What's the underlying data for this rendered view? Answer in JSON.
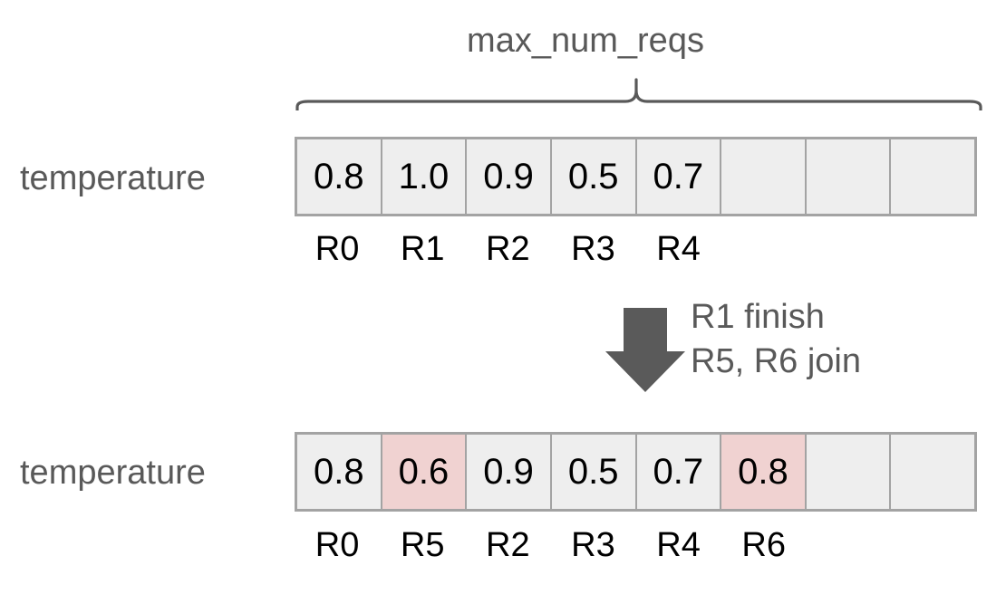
{
  "diagram": {
    "title": "max_num_reqs",
    "colors": {
      "text_gray": "#595959",
      "text_black": "#000000",
      "cell_fill": "#eeeeee",
      "cell_highlight": "#f0d2d1",
      "border": "#a3a3a3",
      "arrow": "#5a5a5a"
    },
    "top_row": {
      "label": "temperature",
      "capacity": 8,
      "cells": [
        {
          "value": "0.8",
          "highlight": false
        },
        {
          "value": "1.0",
          "highlight": false
        },
        {
          "value": "0.9",
          "highlight": false
        },
        {
          "value": "0.5",
          "highlight": false
        },
        {
          "value": "0.7",
          "highlight": false
        },
        {
          "value": "",
          "highlight": false
        },
        {
          "value": "",
          "highlight": false
        },
        {
          "value": "",
          "highlight": false
        }
      ],
      "ids": [
        "R0",
        "R1",
        "R2",
        "R3",
        "R4",
        "",
        "",
        ""
      ]
    },
    "transition": {
      "arrow": "down-arrow",
      "lines": [
        "R1 finish",
        "R5, R6 join"
      ]
    },
    "bottom_row": {
      "label": "temperature",
      "capacity": 8,
      "cells": [
        {
          "value": "0.8",
          "highlight": false
        },
        {
          "value": "0.6",
          "highlight": true
        },
        {
          "value": "0.9",
          "highlight": false
        },
        {
          "value": "0.5",
          "highlight": false
        },
        {
          "value": "0.7",
          "highlight": false
        },
        {
          "value": "0.8",
          "highlight": true
        },
        {
          "value": "",
          "highlight": false
        },
        {
          "value": "",
          "highlight": false
        }
      ],
      "ids": [
        "R0",
        "R5",
        "R2",
        "R3",
        "R4",
        "R6",
        "",
        ""
      ]
    }
  }
}
